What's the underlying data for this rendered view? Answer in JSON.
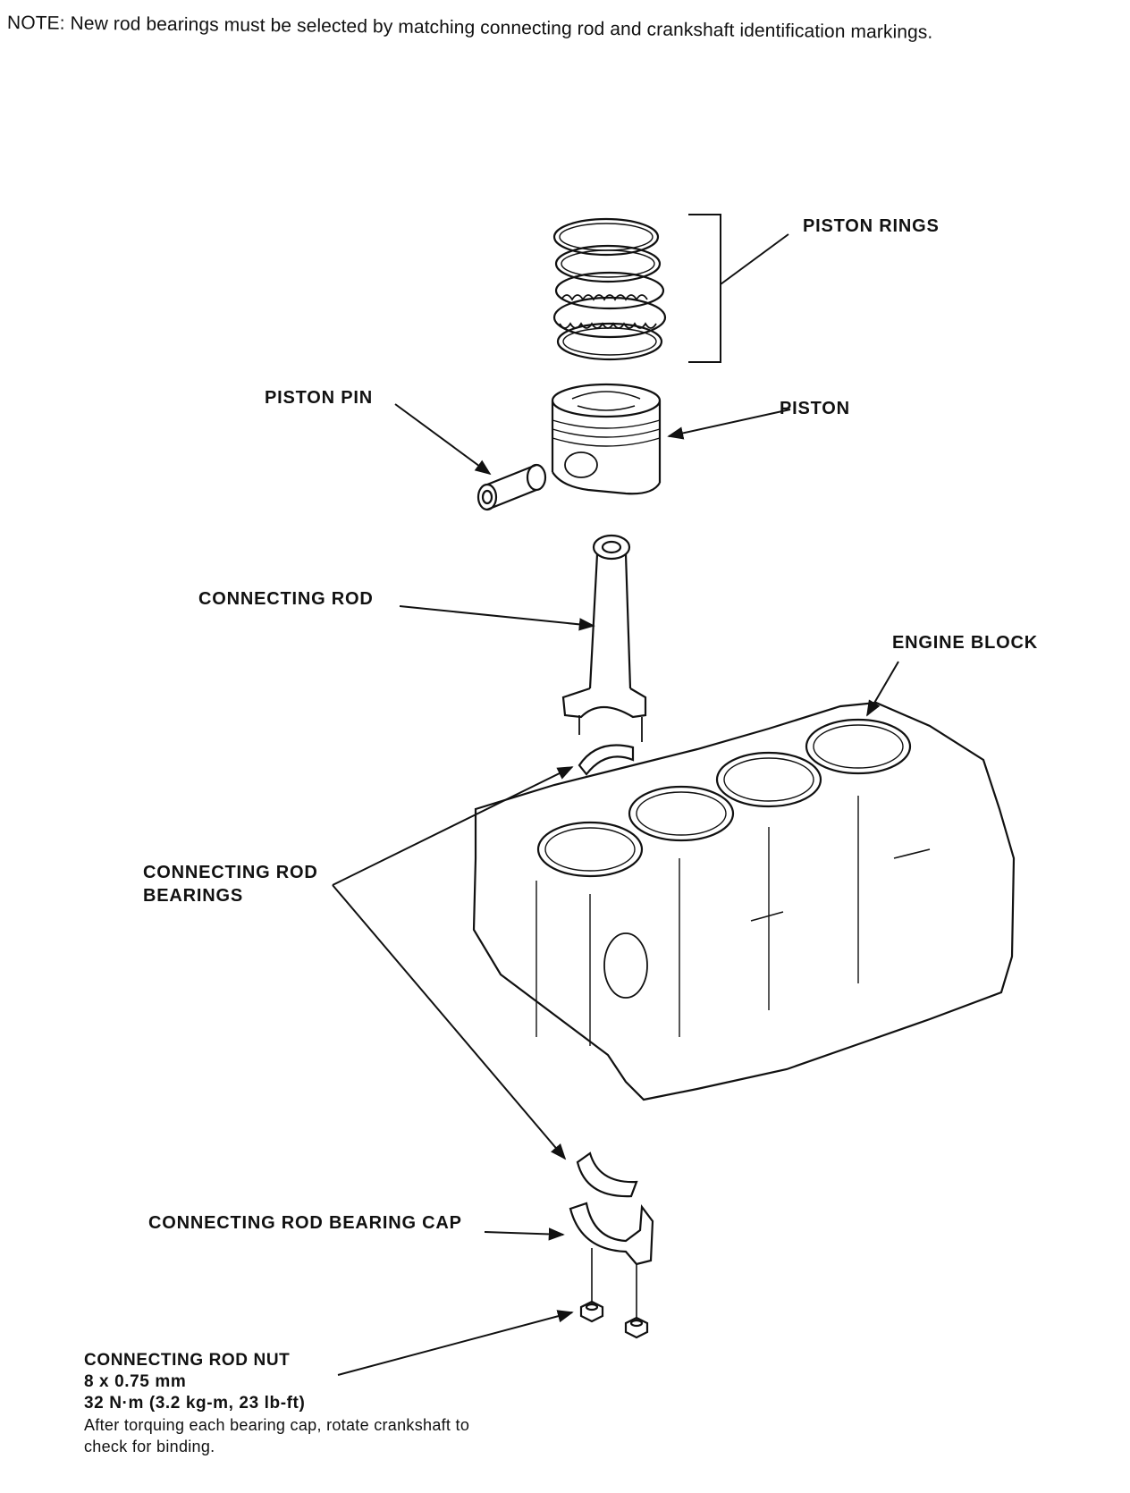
{
  "note": "NOTE: New rod bearings must be selected by matching connecting rod and crankshaft identification markings.",
  "labels": {
    "piston_rings": "PISTON RINGS",
    "piston_pin": "PISTON PIN",
    "piston": "PISTON",
    "connecting_rod": "CONNECTING ROD",
    "engine_block": "ENGINE BLOCK",
    "rod_bearings_line1": "CONNECTING ROD",
    "rod_bearings_line2": "BEARINGS",
    "bearing_cap": "CONNECTING ROD BEARING CAP",
    "rod_nut": "CONNECTING ROD NUT"
  },
  "nut_spec": {
    "thread": "8 x 0.75 mm",
    "torque": "32 N·m (3.2 kg-m, 23 lb-ft)",
    "instruction_line1": "After torquing each bearing cap, rotate crankshaft to",
    "instruction_line2": "check for binding."
  }
}
